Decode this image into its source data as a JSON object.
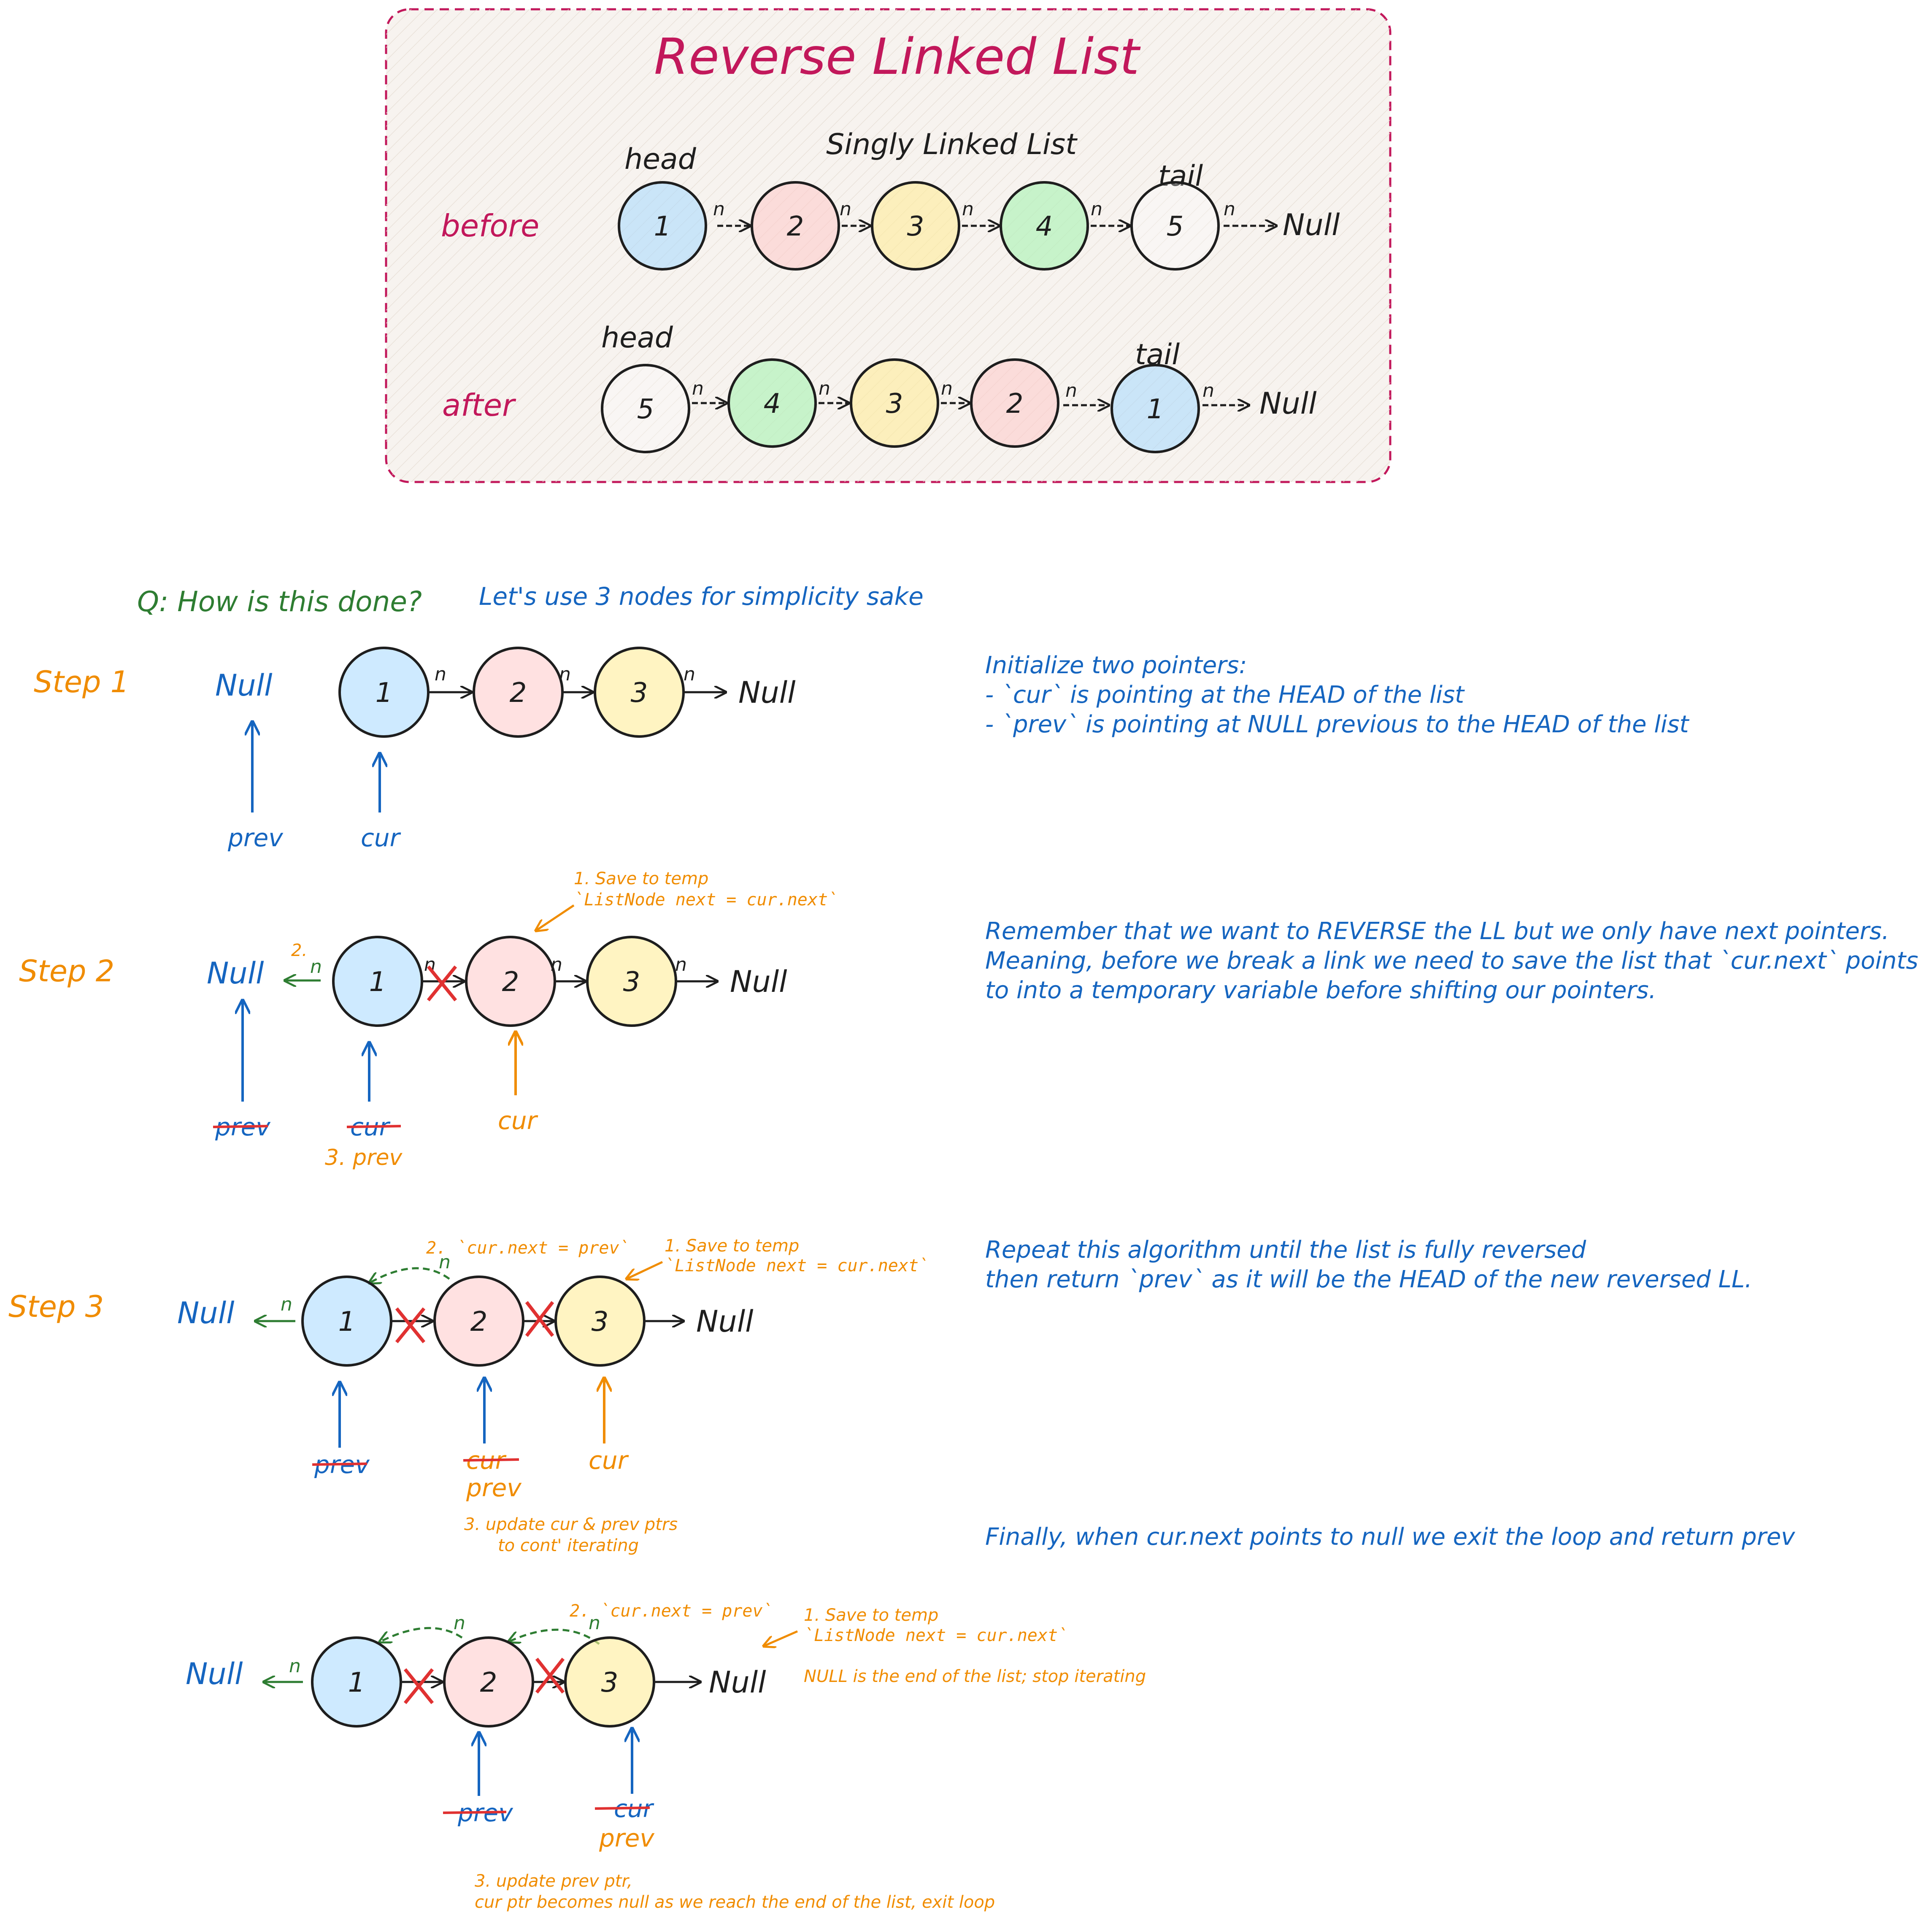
{
  "colors": {
    "pink": "#c2185b",
    "blue": "#1565c0",
    "green": "#2e7d32",
    "orange": "#f08c00",
    "red": "#e03131",
    "ink": "#1e1e1e",
    "node_blue": "#a5d8ff",
    "node_red": "#ffc9c9",
    "node_yellow": "#ffec99",
    "node_green": "#b2f2bb",
    "panel_fill": "#f1ece6"
  },
  "overview": {
    "title": "Reverse Linked List",
    "subtitle": "Singly Linked List",
    "before_label": "before",
    "after_label": "after",
    "head_label": "head",
    "tail_label": "tail",
    "null_label": "Null",
    "next_label": "n",
    "before_values": [
      "1",
      "2",
      "3",
      "4",
      "5"
    ],
    "after_values": [
      "5",
      "4",
      "3",
      "2",
      "1"
    ]
  },
  "question": {
    "q": "Q: How is this done?",
    "note": "Let's use 3 nodes for simplicity sake"
  },
  "steps": {
    "step1": {
      "label": "Step 1",
      "null_left": "Null",
      "null_right": "Null",
      "nodes": [
        "1",
        "2",
        "3"
      ],
      "prev": "prev",
      "cur": "cur",
      "desc": [
        "Initialize two pointers:",
        "- `cur` is pointing at the HEAD of the list",
        "- `prev` is pointing at NULL previous to the HEAD of the list"
      ]
    },
    "step2": {
      "label": "Step 2",
      "null_left": "Null",
      "null_right": "Null",
      "nodes": [
        "1",
        "2",
        "3"
      ],
      "note1": [
        "1. Save to temp",
        "`ListNode next = cur.next`"
      ],
      "note2": "2.",
      "prev_struck": "prev",
      "cur_struck": "cur",
      "new_prev": "3. prev",
      "cur": "cur",
      "desc": [
        "Remember that we want to REVERSE the LL but we only have next pointers.",
        "Meaning, before we break a link we need to save the list that `cur.next` points",
        "to into a temporary variable before shifting our pointers."
      ]
    },
    "step3": {
      "label": "Step 3",
      "null_left": "Null",
      "null_right": "Null",
      "nodes": [
        "1",
        "2",
        "3"
      ],
      "note1": [
        "1. Save to temp",
        "`ListNode next = cur.next`"
      ],
      "note2": "2. `cur.next = prev`",
      "prev_struck": "prev",
      "cur_struck": "cur",
      "new_prev": "prev",
      "cur": "cur",
      "note3": [
        "3. update cur & prev ptrs",
        "to cont' iterating"
      ],
      "desc": [
        "Repeat this algorithm until the list is fully reversed",
        "then return `prev` as it will be the HEAD of the new reversed LL."
      ]
    },
    "step4": {
      "null_left": "Null",
      "null_right": "Null",
      "nodes": [
        "1",
        "2",
        "3"
      ],
      "note1": [
        "1. Save to temp",
        "`ListNode next = cur.next`"
      ],
      "note2": "2. `cur.next = prev`",
      "null_note": "NULL is the end of the list; stop iterating",
      "prev_struck": "prev",
      "cur_struck": "cur",
      "new_prev": "prev",
      "note3": [
        "3. update prev ptr,",
        "cur ptr becomes null as we reach the end of the list, exit loop"
      ],
      "desc": "Finally, when cur.next points to null we exit the loop and return prev"
    }
  }
}
